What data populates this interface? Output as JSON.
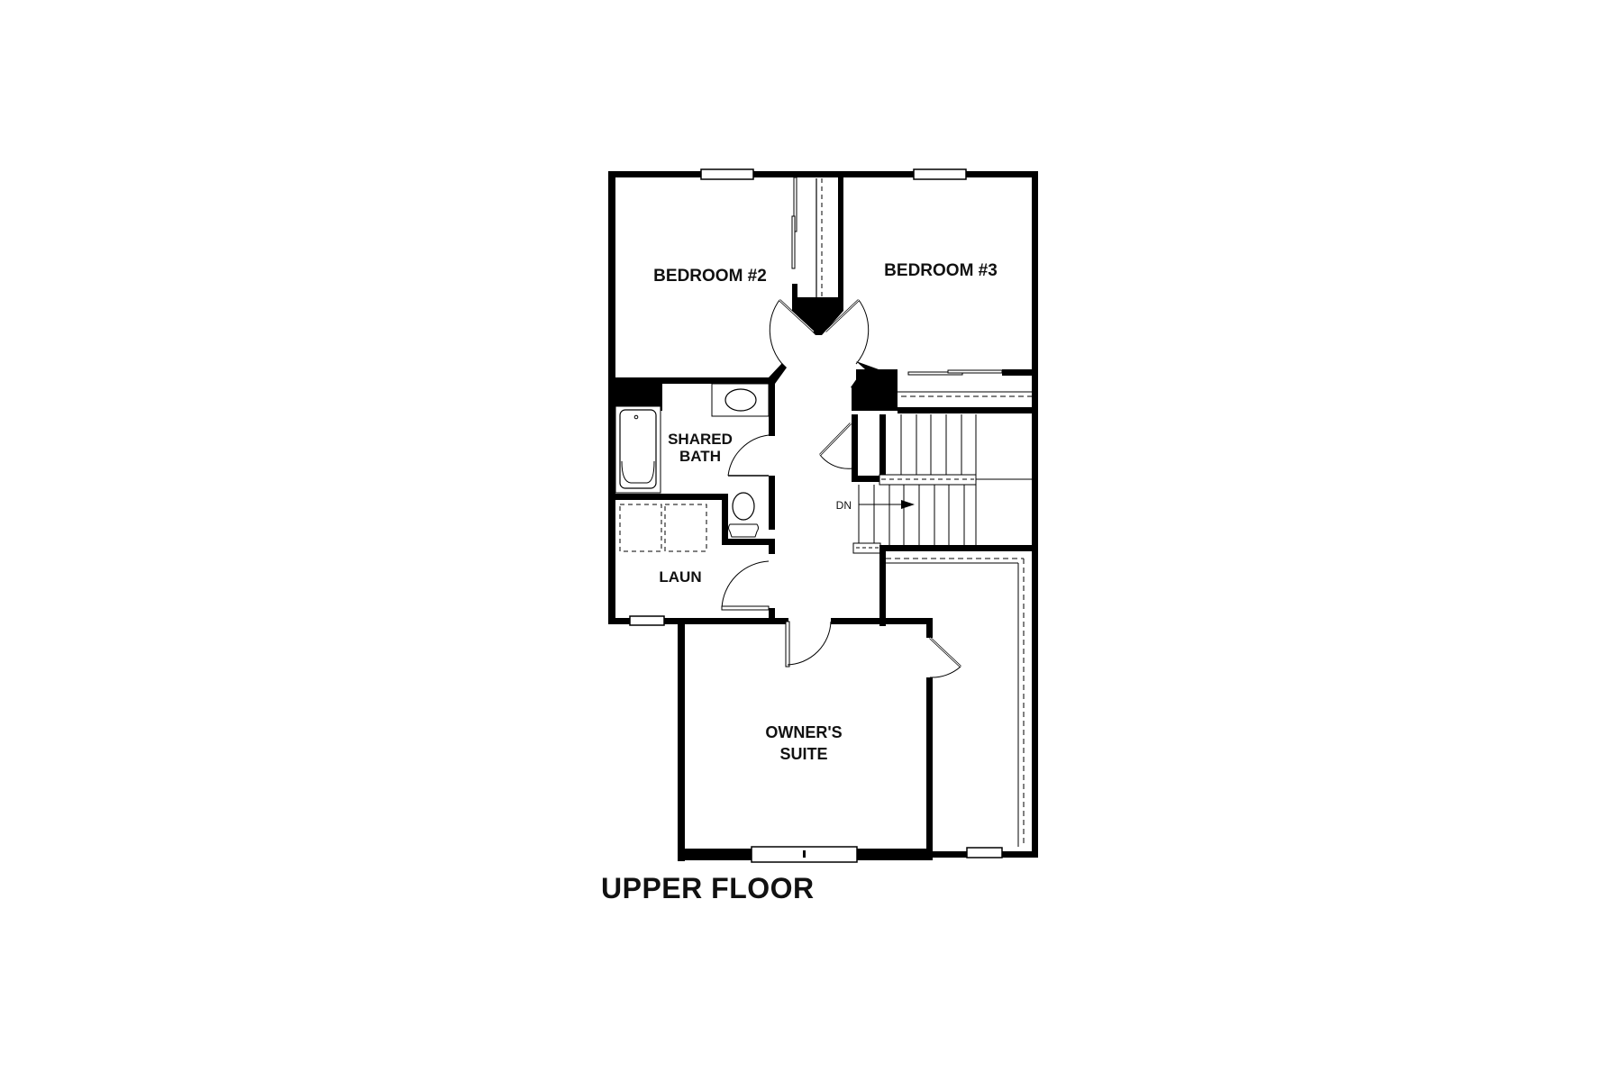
{
  "plan": {
    "title": "UPPER FLOOR",
    "rooms": [
      {
        "id": "bedroom2",
        "label": "BEDROOM #2"
      },
      {
        "id": "bedroom3",
        "label": "BEDROOM #3"
      },
      {
        "id": "shared_bath",
        "label_line1": "SHARED",
        "label_line2": "BATH"
      },
      {
        "id": "laundry",
        "label": "LAUN"
      },
      {
        "id": "owners_suite",
        "label_line1": "OWNER'S",
        "label_line2": "SUITE"
      }
    ],
    "stair": {
      "direction_label": "DN"
    }
  },
  "colors": {
    "wall": "#000000",
    "background": "#ffffff",
    "line": "#222222"
  }
}
